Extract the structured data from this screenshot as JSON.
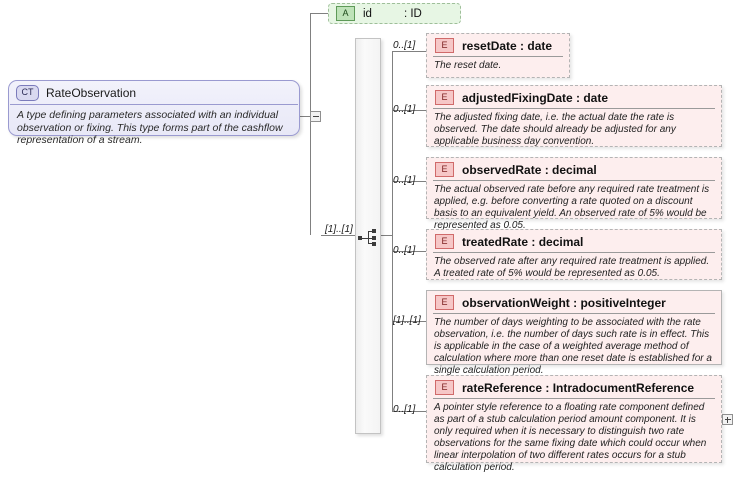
{
  "diagram": {
    "kind": "xsd-schema-diagram",
    "complex_type": {
      "icon_label": "CT",
      "icon_name": "complex-type-icon",
      "title": "RateObservation",
      "documentation": "A type defining parameters associated with an individual observation or fixing. This type forms part of the cashflow representation of a stream."
    },
    "attribute": {
      "icon_label": "A",
      "icon_name": "attribute-icon",
      "name": "id",
      "type": ": ID"
    },
    "sequence": {
      "icon_name": "sequence-icon",
      "cardinality": "[1]..[1]"
    },
    "elements": [
      {
        "icon_label": "E",
        "name": "resetDate : date",
        "cardinality": "0..[1]",
        "documentation": "The reset date.",
        "required": false
      },
      {
        "icon_label": "E",
        "name": "adjustedFixingDate : date",
        "cardinality": "0..[1]",
        "documentation": "The adjusted fixing date, i.e. the actual date the rate is observed. The date should already be adjusted for any applicable business day convention.",
        "required": false
      },
      {
        "icon_label": "E",
        "name": "observedRate : decimal",
        "cardinality": "0..[1]",
        "documentation": "The actual observed rate before any required rate treatment is applied, e.g. before converting a rate quoted on a discount basis to an equivalent yield. An observed rate of 5% would be represented as 0.05.",
        "required": false
      },
      {
        "icon_label": "E",
        "name": "treatedRate : decimal",
        "cardinality": "0..[1]",
        "documentation": "The observed rate after any required rate treatment is applied. A treated rate of 5% would be represented as 0.05.",
        "required": false
      },
      {
        "icon_label": "E",
        "name": "observationWeight : positiveInteger",
        "cardinality": "[1]..[1]",
        "documentation": "The number of days weighting to be associated with the rate observation, i.e. the number of days such rate is in effect. This is applicable in the case of a weighted average method of calculation where more than one reset date is established for a single calculation period.",
        "required": true
      },
      {
        "icon_label": "E",
        "name": "rateReference : IntradocumentReference",
        "cardinality": "0..[1]",
        "documentation": "A pointer style reference to a floating rate component defined as part of a stub calculation period amount component. It is only required when it is necessary to distinguish two rate observations for the same fixing date which could occur when linear interpolation of two different rates occurs for a stub calculation period.",
        "required": false
      }
    ],
    "toggles": {
      "collapse_label": "minus",
      "expand_label": "plus"
    },
    "colors": {
      "element_fill": "#fdeeee",
      "element_icon_fill": "#f6c7c7",
      "attribute_fill": "#e7f6e4",
      "complextype_fill": "#e8e8f7",
      "line": "#808080"
    }
  }
}
